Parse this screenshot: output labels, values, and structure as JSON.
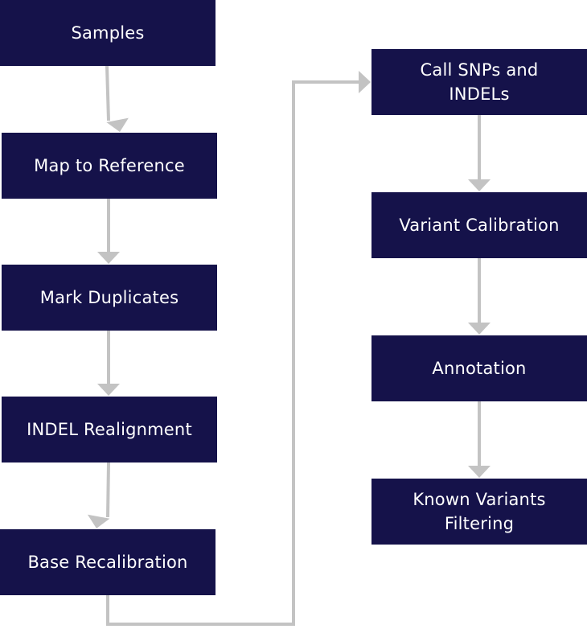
{
  "diagram": {
    "nodes": [
      {
        "id": "samples",
        "label": "Samples"
      },
      {
        "id": "map",
        "label": "Map to Reference"
      },
      {
        "id": "dups",
        "label": "Mark Duplicates"
      },
      {
        "id": "indel",
        "label": "INDEL Realignment"
      },
      {
        "id": "bqsr",
        "label": "Base Recalibration"
      },
      {
        "id": "call",
        "label": "Call SNPs and INDELs"
      },
      {
        "id": "vqsr",
        "label": "Variant Calibration"
      },
      {
        "id": "annot",
        "label": "Annotation"
      },
      {
        "id": "known",
        "label": "Known Variants Filtering"
      }
    ],
    "edges": [
      {
        "from": "samples",
        "to": "map"
      },
      {
        "from": "map",
        "to": "dups"
      },
      {
        "from": "dups",
        "to": "indel"
      },
      {
        "from": "indel",
        "to": "bqsr"
      },
      {
        "from": "bqsr",
        "to": "call"
      },
      {
        "from": "call",
        "to": "vqsr"
      },
      {
        "from": "vqsr",
        "to": "annot"
      },
      {
        "from": "annot",
        "to": "known"
      }
    ],
    "colors": {
      "node_fill": "#15124a",
      "node_text": "#ffffff",
      "connector": "#c3c3c3"
    }
  }
}
